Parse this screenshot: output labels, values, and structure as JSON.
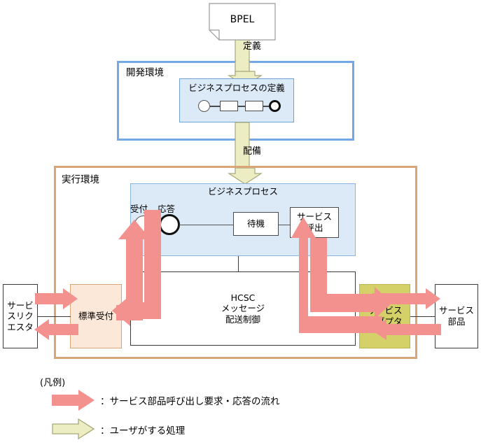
{
  "diagram": {
    "title_shape": {
      "label": "BPEL"
    },
    "arrows": {
      "define_label": "定義",
      "deploy_label": "配備"
    },
    "dev_env": {
      "label": "開発環境",
      "process_def": {
        "label": "ビジネスプロセスの定義",
        "nodes": [
          "start-circle",
          "task-box",
          "task-box",
          "end-circle"
        ]
      }
    },
    "run_env": {
      "label": "実行環境",
      "business_process": {
        "label": "ビジネスプロセス",
        "receive_label": "受付",
        "reply_label": "応答",
        "wait_box": "待機",
        "invoke_box": "サービス\n呼出"
      },
      "hcsc": {
        "label": "HCSC\nメッセージ\n配送制御"
      },
      "standard_reception": {
        "label": "標準受付"
      },
      "service_adapter": {
        "label": "サービス\nアダプタ"
      }
    },
    "external": {
      "requester": {
        "label": "サービ\nスリク\nエスタ"
      },
      "service_component": {
        "label": "サービス\n部品"
      }
    },
    "legend": {
      "title": "(凡例)",
      "items": [
        {
          "marker": "pink-arrow",
          "text": "：サービス部品呼び出し要求・応答の流れ"
        },
        {
          "marker": "yellow-arrow",
          "text": "：ユーザがする処理"
        }
      ]
    },
    "colors": {
      "pink_arrow": "#F3918F",
      "yellow_arrow": "#EDEDC3",
      "yellow_arrow_border": "#A8A87A",
      "dev_border": "#74A9E8",
      "run_border": "#D9A678",
      "bp_fill": "#DCEAF8",
      "reception_fill": "#FBE8D8",
      "adapter_fill": "#D5D169"
    }
  }
}
